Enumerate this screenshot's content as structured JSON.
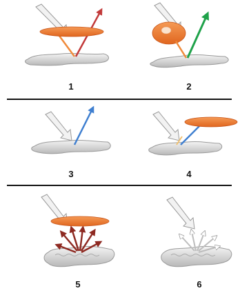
{
  "panels": [
    {
      "label": "1"
    },
    {
      "label": "2"
    },
    {
      "label": "3"
    },
    {
      "label": "4"
    },
    {
      "label": "5"
    },
    {
      "label": "6"
    }
  ],
  "colors": {
    "filter": "#f07a2e",
    "filter_edge": "#c9561a",
    "specimen": "#dcdcdc",
    "specimen_edge": "#9a9a9a",
    "incident_ray": "#e8e8e8",
    "incident_edge": "#9a9a9a",
    "arrow_red": "#c23a3a",
    "arrow_green": "#1fa24a",
    "arrow_blue": "#3f7fd0",
    "arrow_orange": "#f08a3a",
    "arrow_dark_red": "#8e2a22",
    "divider": "#111111"
  },
  "icons": [
    "light-ray-icon",
    "filter-disc-icon",
    "specimen-icon",
    "reflected-ray-icon"
  ]
}
